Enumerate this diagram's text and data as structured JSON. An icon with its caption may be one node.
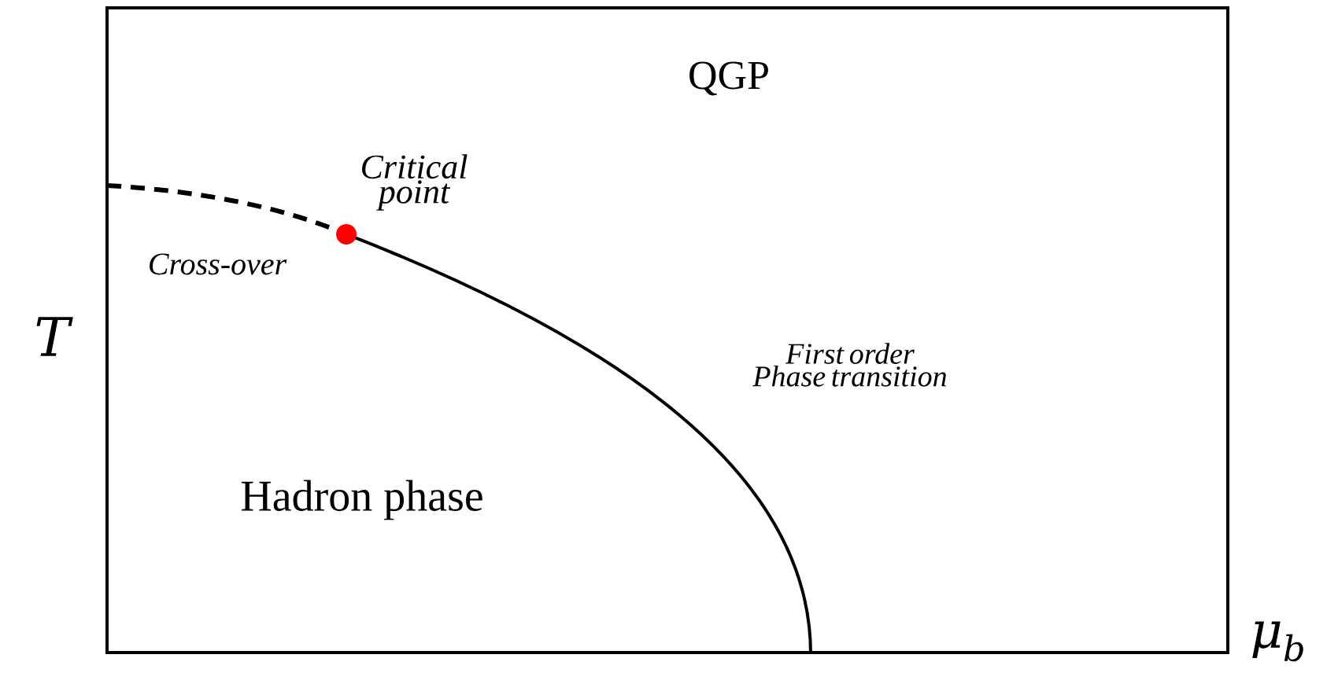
{
  "diagram": {
    "labels": [
      "QGP",
      "Critical point",
      "Cross-over",
      "T",
      "First order Phase transition",
      "Hadron phase",
      "μ$_{b}$"
    ]
  }
}
